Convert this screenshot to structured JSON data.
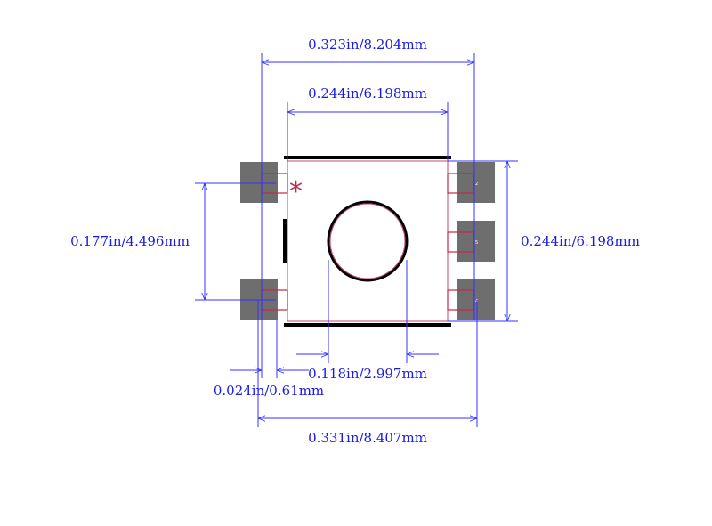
{
  "dimensions": {
    "overall_width": "0.323in/8.204mm",
    "body_width": "0.244in/6.198mm",
    "pin_pitch": "0.177in/4.496mm",
    "body_height": "0.244in/6.198mm",
    "button_diameter": "0.118in/2.997mm",
    "pad_width": "0.024in/0.61mm",
    "total_span": "0.331in/8.407mm"
  },
  "markers": {
    "pin1": "*"
  },
  "pad_labels": {
    "right_top": "2",
    "right_middle": "5",
    "right_bottom": "4"
  },
  "colors": {
    "dimension": "#3333ff",
    "pad": "#6e6e6e",
    "pin_outline": "#c0284b",
    "silkscreen": "#000000",
    "pin1_marker": "#c0284b"
  }
}
